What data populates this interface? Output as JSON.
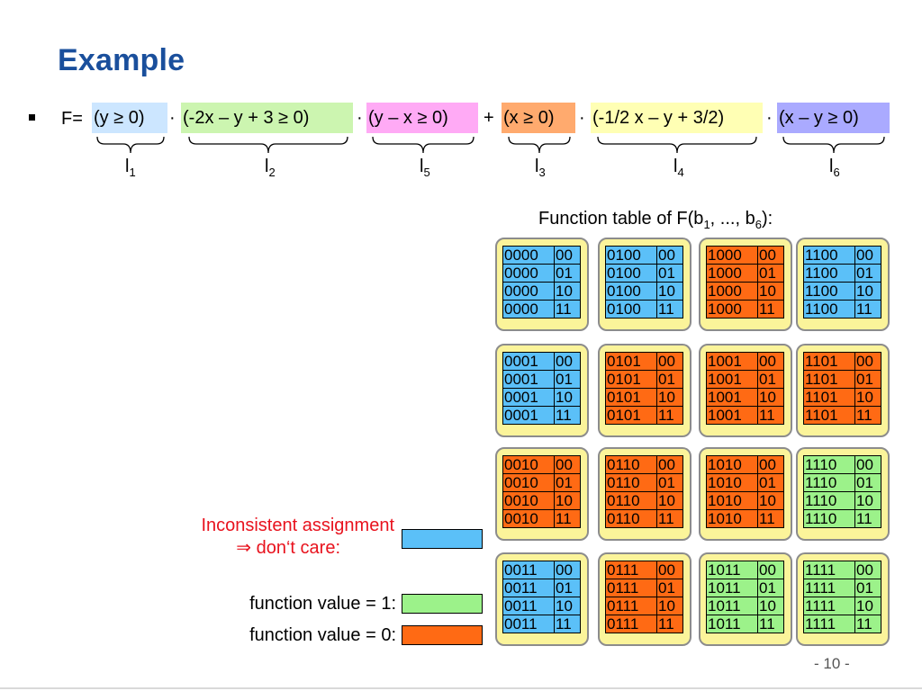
{
  "slide": {
    "title": "Example",
    "page_number": "- 10 -"
  },
  "colors": {
    "title": "#1a4f9c",
    "dont_care": "#5bc0f8",
    "one": "#9cf28a",
    "zero": "#ff6a14",
    "block_bg": "#fbf49a",
    "error_text": "#e8121d",
    "term_y": "#cce6ff",
    "term_2x": "#ccf5b0",
    "term_yx": "#ffaaf5",
    "term_x": "#ffaa6e",
    "term_half": "#ffffb4",
    "term_xy": "#aaaaff"
  },
  "formula": {
    "prefix": "F=",
    "terms": [
      {
        "text": "(y ≥ 0)",
        "color": "#cce6ff",
        "literal": "l",
        "index": "1"
      },
      {
        "text": "(-2x – y + 3 ≥ 0)",
        "color": "#ccf5b0",
        "literal": "l",
        "index": "2"
      },
      {
        "text": "(y – x ≥ 0)",
        "color": "#ffaaf5",
        "literal": "l",
        "index": "5"
      },
      {
        "text": "(x ≥ 0)",
        "color": "#ffaa6e",
        "literal": "l",
        "index": "3"
      },
      {
        "text": "(-1/2 x – y + 3/2)",
        "color": "#ffffb4",
        "literal": "l",
        "index": "4"
      },
      {
        "text": "(x – y ≥ 0)",
        "color": "#aaaaff",
        "literal": "l",
        "index": "6"
      }
    ],
    "operators": [
      "·",
      "·",
      "+",
      "·",
      "·"
    ]
  },
  "function_table": {
    "caption": {
      "prefix": "Function table of F(b",
      "sub1": "1",
      "middle": ", ..., b",
      "sub2": "6",
      "suffix": "):"
    },
    "suffixes": [
      "00",
      "01",
      "10",
      "11"
    ],
    "rows": [
      [
        {
          "prefix": "0000",
          "value": "dc"
        },
        {
          "prefix": "0100",
          "value": "dc"
        },
        {
          "prefix": "1000",
          "value": "0"
        },
        {
          "prefix": "1100",
          "value": "dc"
        }
      ],
      [
        {
          "prefix": "0001",
          "value": "dc"
        },
        {
          "prefix": "0101",
          "value": "0"
        },
        {
          "prefix": "1001",
          "value": "0"
        },
        {
          "prefix": "1101",
          "value": "0"
        }
      ],
      [
        {
          "prefix": "0010",
          "value": "0"
        },
        {
          "prefix": "0110",
          "value": "0"
        },
        {
          "prefix": "1010",
          "value": "0"
        },
        {
          "prefix": "1110",
          "value": "1"
        }
      ],
      [
        {
          "prefix": "0011",
          "value": "dc"
        },
        {
          "prefix": "0111",
          "value": "0"
        },
        {
          "prefix": "1011",
          "value": "1"
        },
        {
          "prefix": "1111",
          "value": "1"
        }
      ]
    ]
  },
  "legend": {
    "dont_care_line1": "Inconsistent assignment",
    "dont_care_line2": "⇒ don‘t care:",
    "one_label": "function value = 1:",
    "zero_label": "function value = 0:"
  }
}
